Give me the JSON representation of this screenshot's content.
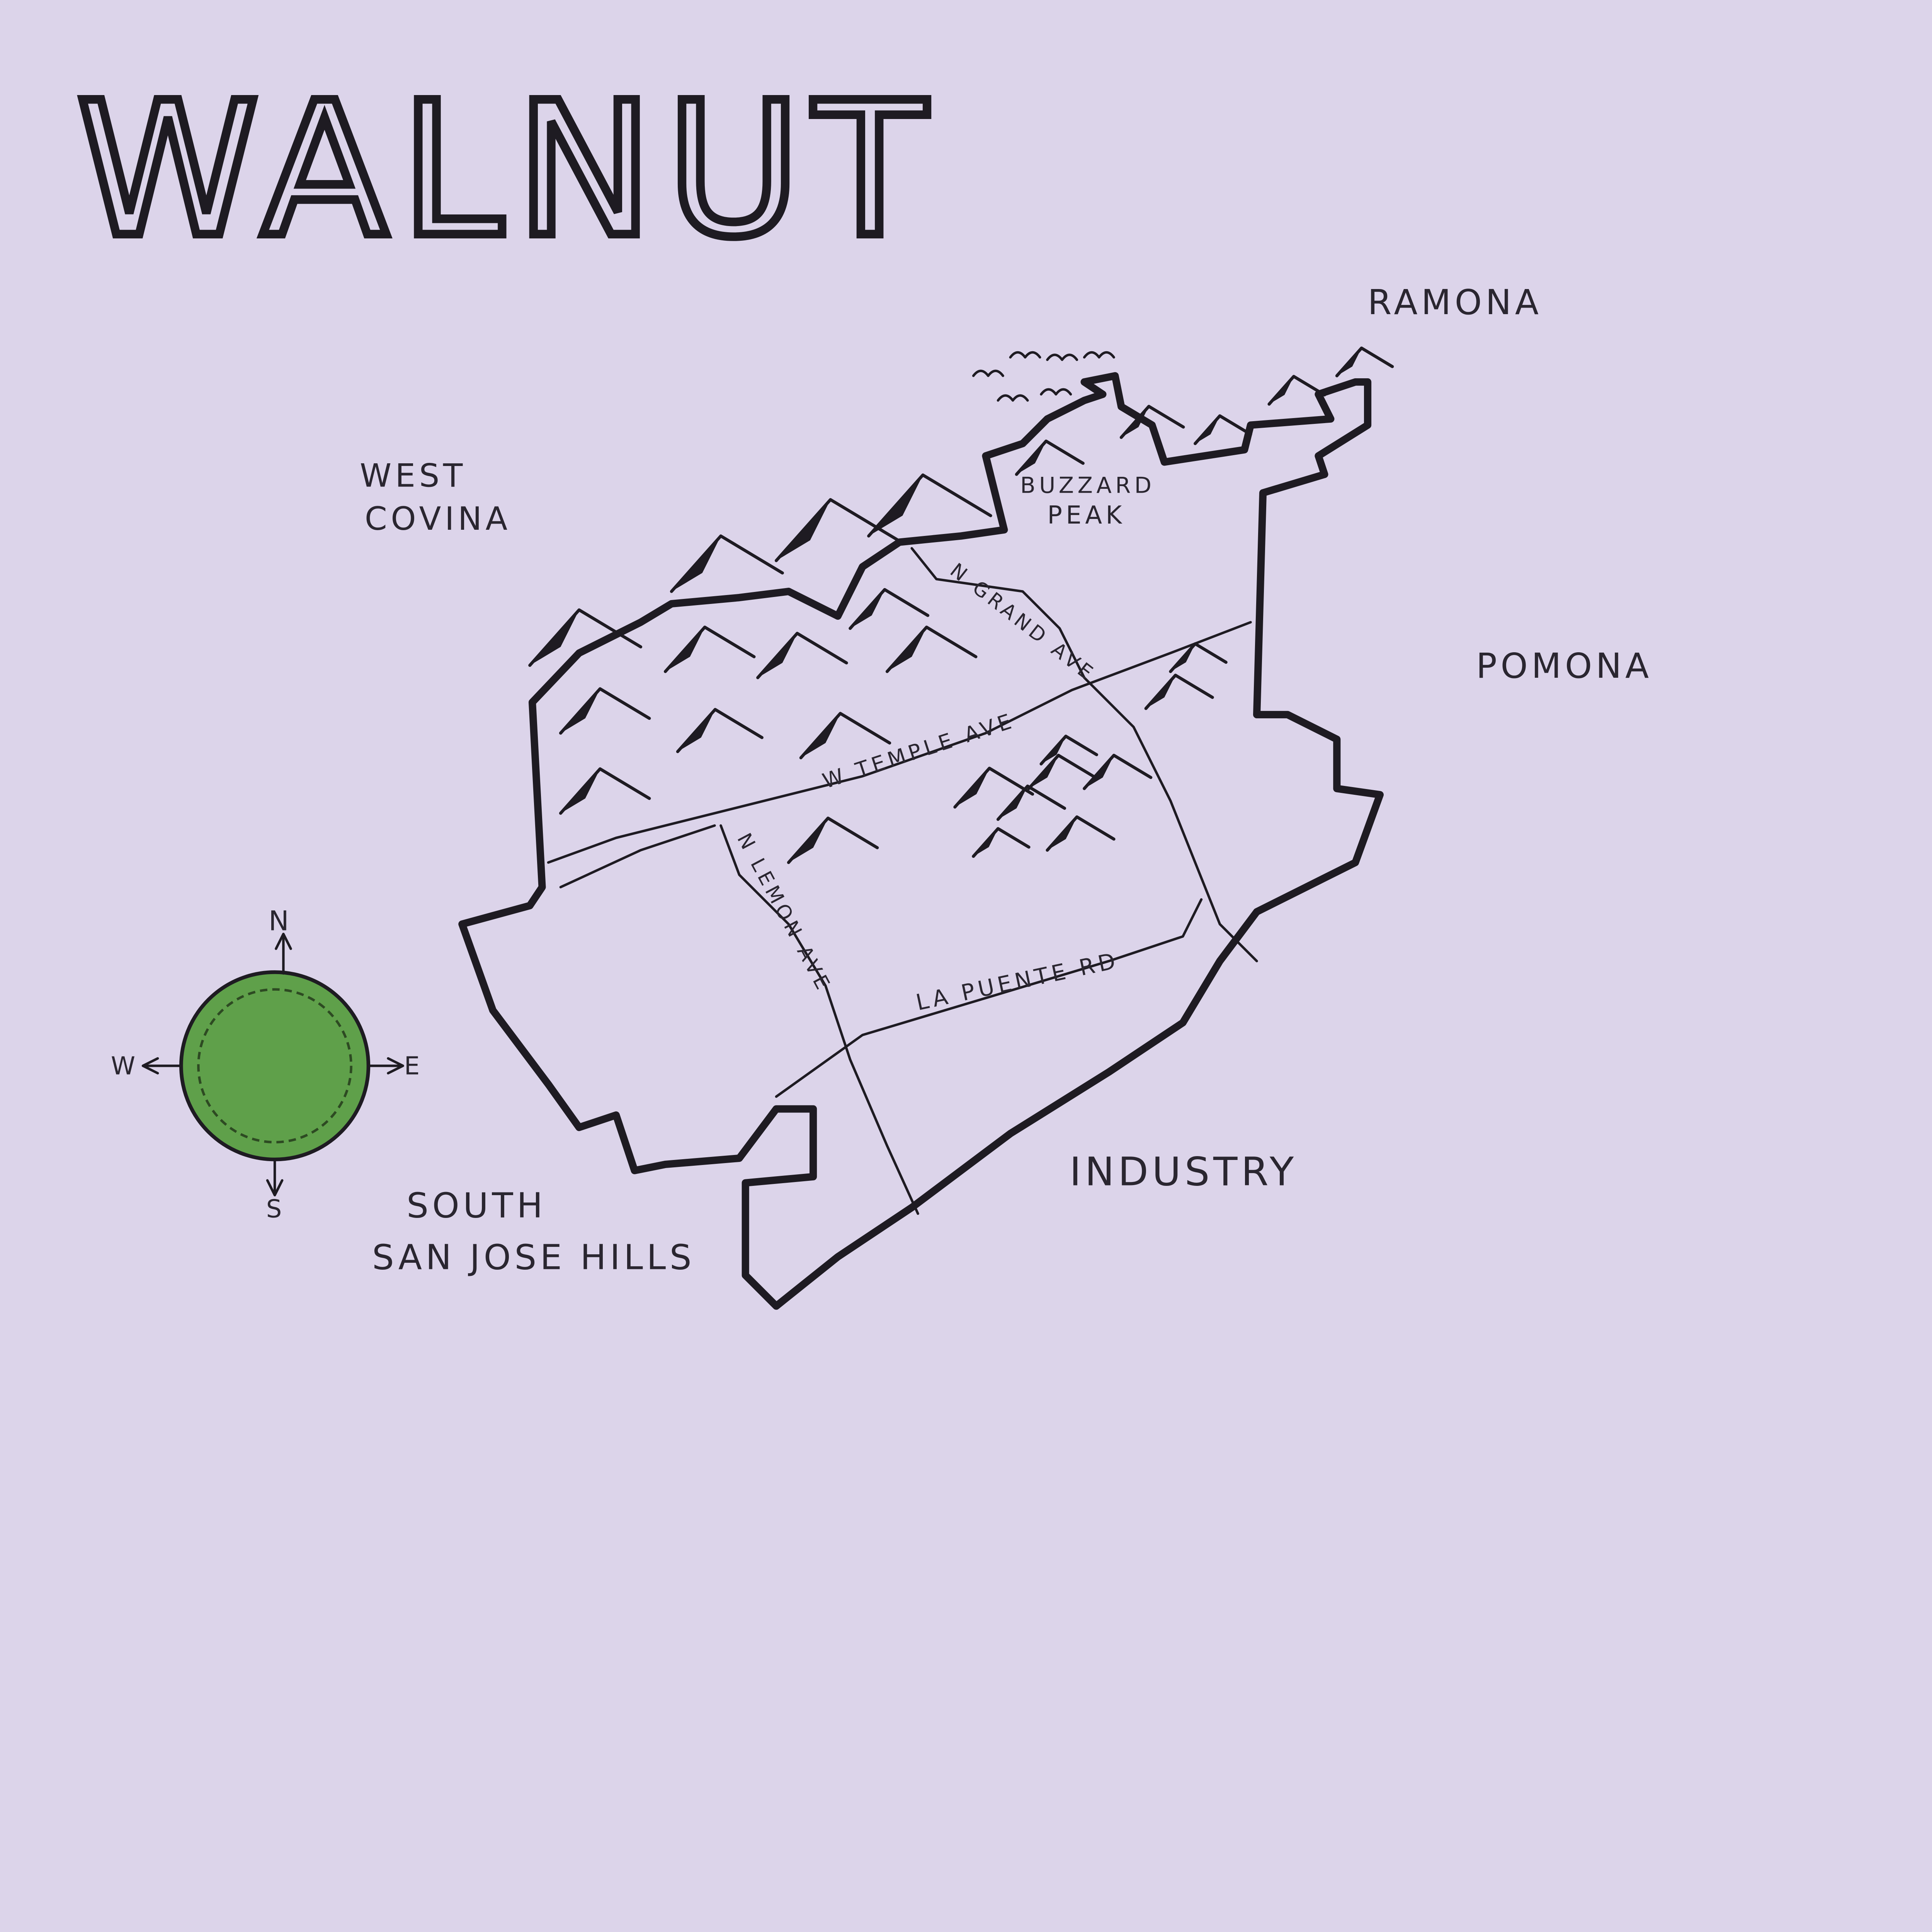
{
  "title": "WALNUT",
  "neighbors": {
    "north_east": "RAMONA",
    "west": [
      "WEST",
      "COVINA"
    ],
    "east": "POMONA",
    "south": "INDUSTRY",
    "south_west": [
      "SOUTH",
      "SAN JOSE HILLS"
    ]
  },
  "landmark": [
    "BUZZARD",
    "PEAK"
  ],
  "roads": {
    "grand": "N GRAND AVE",
    "temple": "W TEMPLE AVE",
    "lemon": "N LEMON AVE",
    "la_puente": "LA PUENTE RD"
  },
  "compass": {
    "n": "N",
    "e": "E",
    "s": "S",
    "w": "W",
    "color": "#5fa04a"
  },
  "colors": {
    "paper": "#dcd4ea",
    "ink": "#1e1b22"
  }
}
